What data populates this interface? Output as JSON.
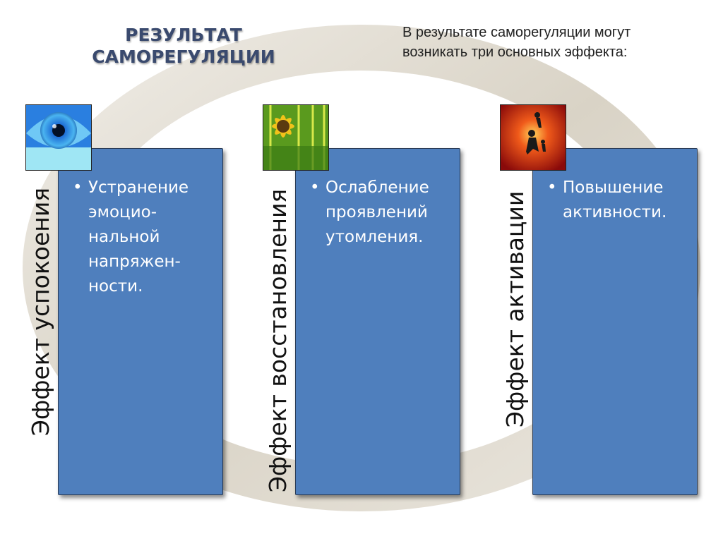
{
  "slide": {
    "title": "РЕЗУЛЬТАТ САМОРЕГУЛЯЦИИ",
    "subtitle": "В результате саморегуляции могут возникать три основных эффекта:"
  },
  "columns": [
    {
      "label": "Эффект успокоения",
      "bullet": "•",
      "text": "Устранение\nэмоцио-\nнальной\nнапряжен-\nности.",
      "icon": "eye-icon"
    },
    {
      "label": "Эффект восстановления",
      "bullet": "•",
      "text": "Ослабление\nпроявлений\nутомления.",
      "icon": "sunflower-icon"
    },
    {
      "label": "Эффект  активации",
      "bullet": "•",
      "text": "Повышение\nактивности.",
      "icon": "runners-icon"
    }
  ],
  "colors": {
    "card": "#4f7fbd",
    "ring": "#e6e1d6",
    "title": "#3a4a6e"
  }
}
